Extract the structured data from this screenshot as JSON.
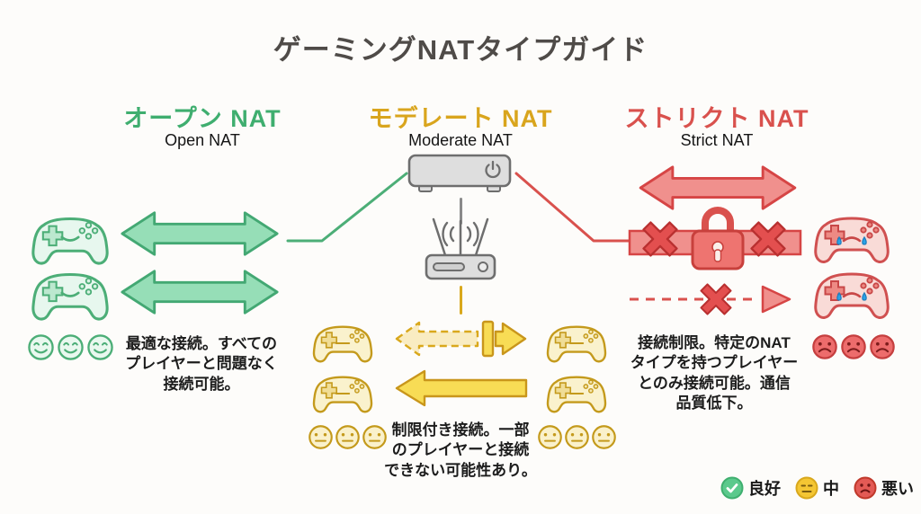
{
  "title": "ゲーミングNATタイプガイド",
  "columns": {
    "open": {
      "heading_jp": "オープン NAT",
      "heading_en": "Open NAT",
      "description": "最適な接続。すべての\nプレイヤーと問題なく\n接続可能。"
    },
    "moderate": {
      "heading_jp": "モデレート NAT",
      "heading_en": "Moderate NAT",
      "description": "制限付き接続。一部\nのプレイヤーと接続\nできない可能性あり。"
    },
    "strict": {
      "heading_jp": "ストリクト NAT",
      "heading_en": "Strict NAT",
      "description": "接続制限。特定のNAT\nタイプを持つプレイヤー\nとのみ接続可能。通信\n品質低下。"
    }
  },
  "legend": {
    "good": "良好",
    "medium": "中",
    "bad": "悪い"
  },
  "colors": {
    "open": "#3fae6f",
    "moderate": "#d9a51d",
    "strict": "#d9514d",
    "device_gray": "#6e6e6e",
    "tear_blue": "#29a3e8"
  }
}
